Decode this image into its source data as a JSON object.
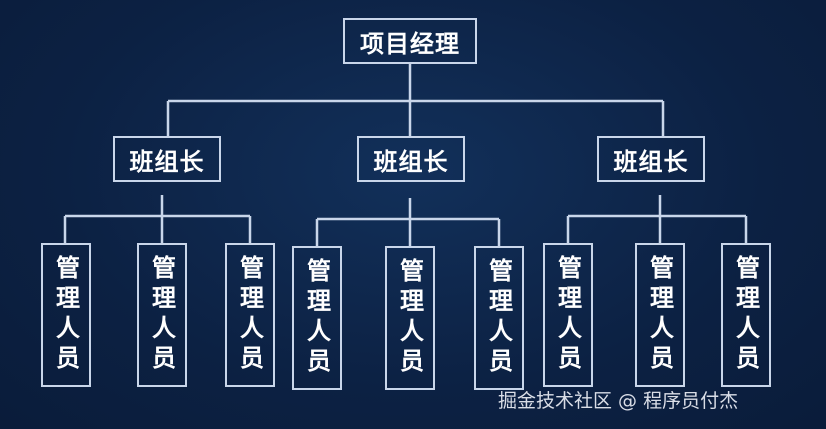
{
  "org_chart": {
    "top": {
      "label": "项目经理"
    },
    "groups": [
      {
        "leader": {
          "label": "班组长"
        },
        "members": [
          {
            "label": "管理人员"
          },
          {
            "label": "管理人员"
          },
          {
            "label": "管理人员"
          }
        ]
      },
      {
        "leader": {
          "label": "班组长"
        },
        "members": [
          {
            "label": "管理人员"
          },
          {
            "label": "管理人员"
          },
          {
            "label": "管理人员"
          }
        ]
      },
      {
        "leader": {
          "label": "班组长"
        },
        "members": [
          {
            "label": "管理人员"
          },
          {
            "label": "管理人员"
          },
          {
            "label": "管理人员"
          }
        ]
      }
    ]
  },
  "watermark": "掘金技术社区 @ 程序员付杰",
  "colors": {
    "background": "#0c2143",
    "line": "#c9d6ea",
    "text": "#ffffff"
  }
}
